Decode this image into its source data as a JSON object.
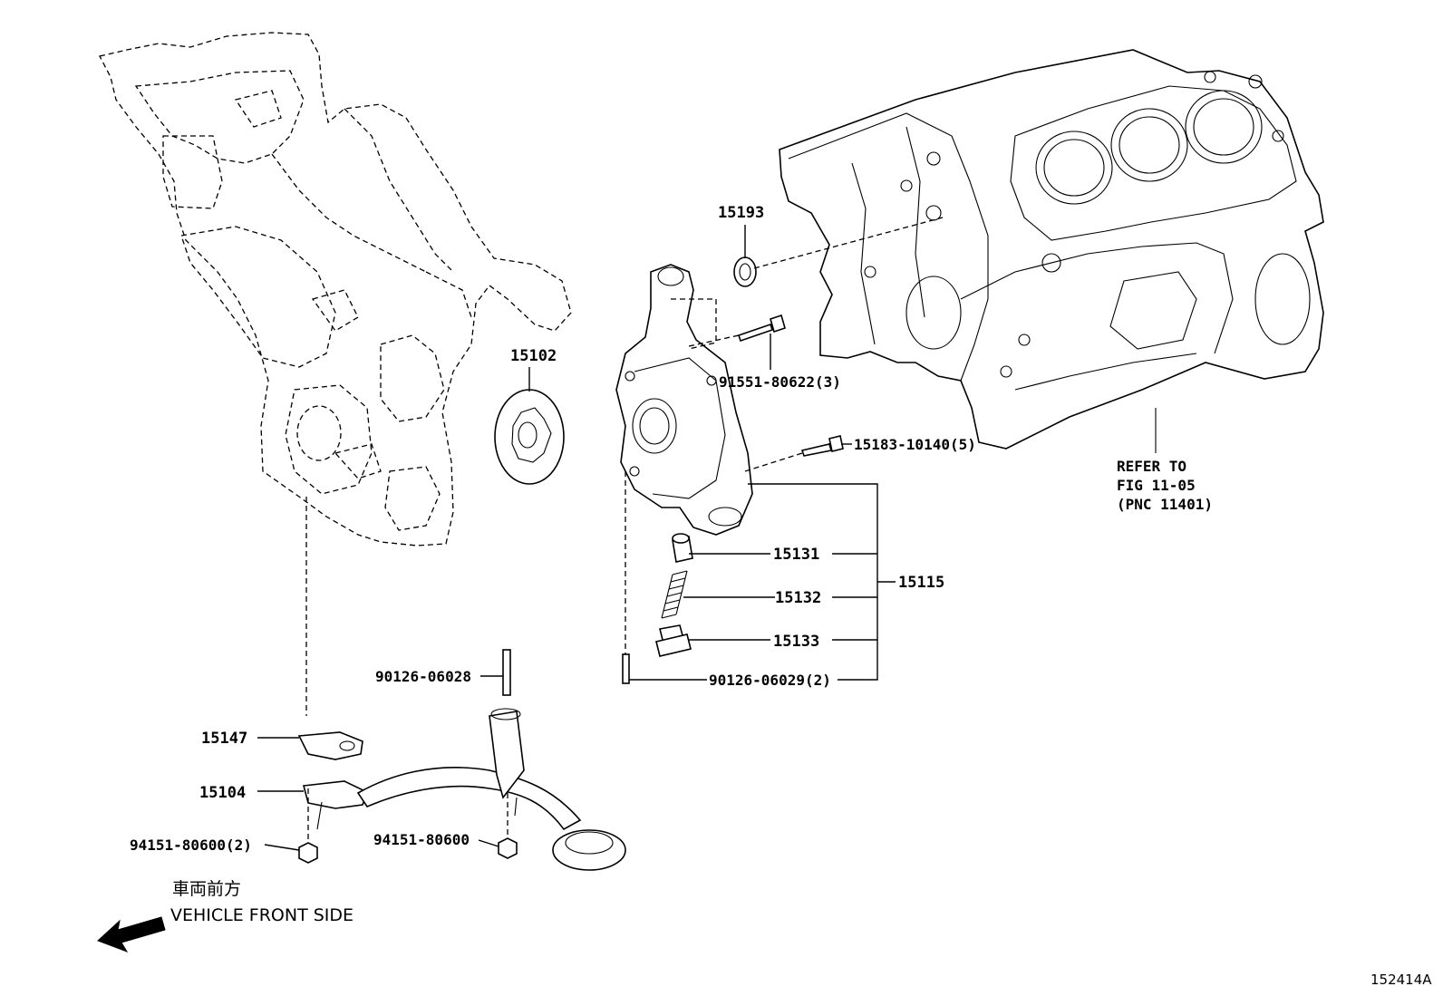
{
  "diagram": {
    "callouts": {
      "p15193": "15193",
      "p15102": "15102",
      "p91551": "91551-80622(3)",
      "p15183": "15183-10140(5)",
      "p15131": "15131",
      "p15132": "15132",
      "p15133": "15133",
      "p15115": "15115",
      "p90126_029": "90126-06029(2)",
      "p90126_028": "90126-06028",
      "p15147": "15147",
      "p15104": "15104",
      "p94151_2": "94151-80600(2)",
      "p94151": "94151-80600"
    },
    "refer": {
      "line1": "REFER TO",
      "line2": "FIG 11-05",
      "line3": "(PNC 11401)"
    },
    "direction": {
      "japanese": "車両前方",
      "english": "VEHICLE FRONT SIDE"
    },
    "figure_id": "152414A"
  }
}
